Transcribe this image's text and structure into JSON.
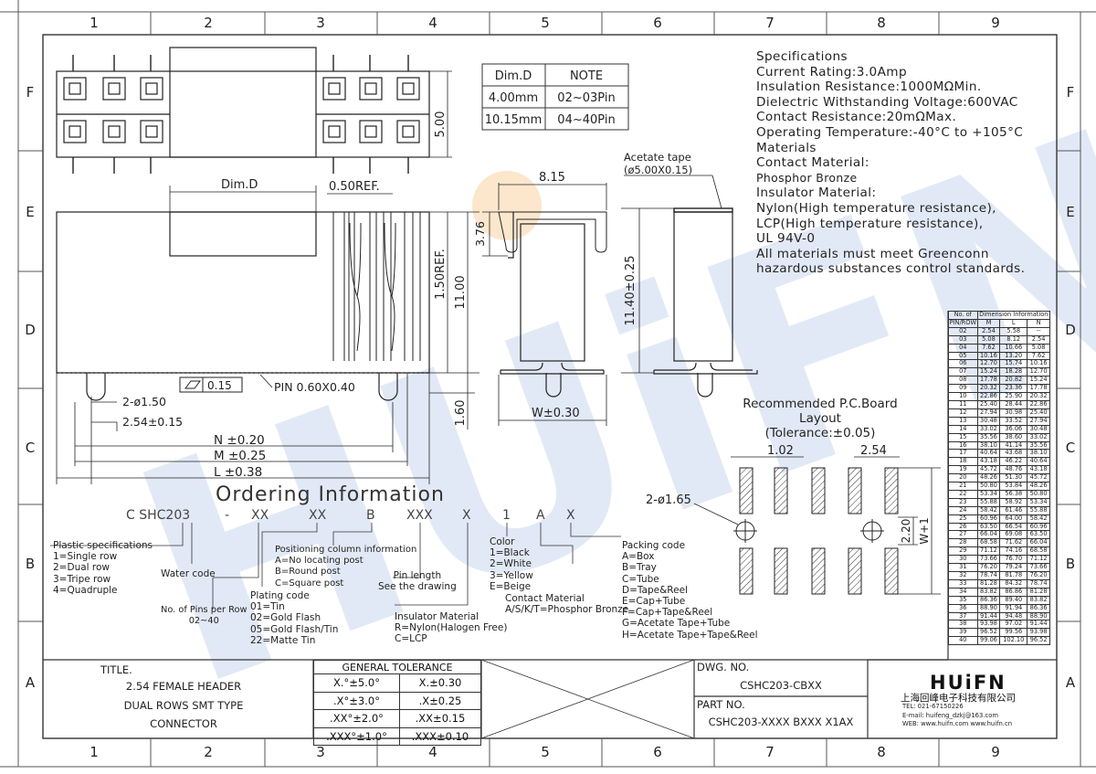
{
  "zones": {
    "columns": [
      "1",
      "2",
      "3",
      "4",
      "5",
      "6",
      "7",
      "8",
      "9"
    ],
    "rows": [
      "F",
      "E",
      "D",
      "C",
      "B",
      "A"
    ]
  },
  "dim_table": {
    "headers": [
      "Dim.D",
      "NOTE"
    ],
    "rows": [
      [
        "4.00mm",
        "02~03Pin"
      ],
      [
        "10.15mm",
        "04~40Pin"
      ]
    ]
  },
  "specifications": {
    "lines": [
      "Specifications",
      "Current Rating:3.0Amp",
      "Insulation Resistance:1000MΩMin.",
      "Dielectric Withstanding Voltage:600VAC",
      "Contact Resistance:20mΩMax.",
      "Operating Temperature:-40°C to +105°C",
      "Materials",
      "Contact Material:",
      "Phosphor Bronze",
      "Insulator Material:",
      "Nylon(High temperature resistance),",
      "LCP(High temperature resistance),",
      "UL 94V-0",
      "All materials must meet Greenconn",
      "hazardous substances control standards."
    ]
  },
  "dimensions": {
    "dim_d": "Dim.D",
    "ref050": "0.50REF.",
    "h500": "5.00",
    "w815": "8.15",
    "h376": "3.76",
    "h150": "1.50REF.",
    "h1100": "11.00",
    "h1140": "11.40±0.25",
    "h160": "1.60",
    "tape1": "Acetate tape",
    "tape2": "(ø5.00X0.15)",
    "flat": "0.15",
    "pin": "PIN 0.60X0.40",
    "hole": "2-ø1.50",
    "pitch": "2.54±0.15",
    "n": "N ±0.20",
    "m": "M ±0.25",
    "l": "L ±0.38",
    "w": "W±0.30",
    "pcb_t1": "Recommended P.C.Board",
    "pcb_t2": "Layout",
    "pcb_t3": "(Tolerance:±0.05)",
    "pcb_102": "1.02",
    "pcb_254": "2.54",
    "pcb_hole": "2-ø1.65",
    "pcb_220": "2.20",
    "pcb_w1": "W+1"
  },
  "ordering": {
    "title": "Ordering Information",
    "code": [
      "C SHC203",
      "-",
      "XX",
      "XX",
      "B",
      "XXX",
      "X",
      "1",
      "A",
      "X"
    ],
    "plastic": [
      "Plastic specifications",
      "1=Single row",
      "2=Dual row",
      "3=Tripe row",
      "4=Quadruple"
    ],
    "water": "Water code",
    "pins": [
      "No. of Pins per Row",
      "02~40"
    ],
    "positioning": [
      "Positioning column information",
      "A=No locating post",
      "B=Round post",
      "C=Square post"
    ],
    "plating": [
      "Plating code",
      "01=Tin",
      "02=Gold Flash",
      "05=Gold Flash/Tin",
      "22=Matte Tin"
    ],
    "pinlength": [
      "Pin length",
      "See the drawing"
    ],
    "insulator": [
      "Insulator Material",
      "R=Nylon(Halogen Free)",
      "C=LCP"
    ],
    "color": [
      "Color",
      "1=Black",
      "2=White",
      "3=Yellow",
      "E=Beige"
    ],
    "contact": [
      "Contact Material",
      "A/S/K/T=Phosphor Bronze"
    ],
    "packing": [
      "Packing code",
      "A=Box",
      "B=Tray",
      "C=Tube",
      "D=Tape&Reel",
      "E=Cap+Tube",
      "F=Cap+Tape&Reel",
      "G=Acetate Tape+Tube",
      "H=Acetate Tape+Tape&Reel"
    ]
  },
  "dim_info": {
    "h1": "No. of",
    "h1b": "PIN/ROW",
    "h2": "Dimension Information",
    "cols": [
      "M",
      "L",
      "N"
    ],
    "rows": [
      [
        "02",
        "2.54",
        "5.58",
        "--"
      ],
      [
        "03",
        "5.08",
        "8.12",
        "2.54"
      ],
      [
        "04",
        "7.62",
        "10.66",
        "5.08"
      ],
      [
        "05",
        "10.16",
        "13.20",
        "7.62"
      ],
      [
        "06",
        "12.70",
        "15.74",
        "10.16"
      ],
      [
        "07",
        "15.24",
        "18.28",
        "12.70"
      ],
      [
        "08",
        "17.78",
        "20.82",
        "15.24"
      ],
      [
        "09",
        "20.32",
        "23.36",
        "17.78"
      ],
      [
        "10",
        "22.86",
        "25.90",
        "20.32"
      ],
      [
        "11",
        "25.40",
        "28.44",
        "22.86"
      ],
      [
        "12",
        "27.94",
        "30.98",
        "25.40"
      ],
      [
        "13",
        "30.48",
        "33.52",
        "27.94"
      ],
      [
        "14",
        "33.02",
        "36.06",
        "30.48"
      ],
      [
        "15",
        "35.56",
        "38.60",
        "33.02"
      ],
      [
        "16",
        "38.10",
        "41.14",
        "35.56"
      ],
      [
        "17",
        "40.64",
        "43.68",
        "38.10"
      ],
      [
        "18",
        "43.18",
        "46.22",
        "40.64"
      ],
      [
        "19",
        "45.72",
        "48.76",
        "43.18"
      ],
      [
        "20",
        "48.26",
        "51.30",
        "45.72"
      ],
      [
        "21",
        "50.80",
        "53.84",
        "48.26"
      ],
      [
        "22",
        "53.34",
        "56.38",
        "50.80"
      ],
      [
        "23",
        "55.88",
        "58.92",
        "53.34"
      ],
      [
        "24",
        "58.42",
        "61.46",
        "55.88"
      ],
      [
        "25",
        "60.96",
        "64.00",
        "58.42"
      ],
      [
        "26",
        "63.50",
        "66.54",
        "60.96"
      ],
      [
        "27",
        "66.04",
        "69.08",
        "63.50"
      ],
      [
        "28",
        "68.58",
        "71.62",
        "66.04"
      ],
      [
        "29",
        "71.12",
        "74.16",
        "68.58"
      ],
      [
        "30",
        "73.66",
        "76.70",
        "71.12"
      ],
      [
        "31",
        "76.20",
        "79.24",
        "73.66"
      ],
      [
        "32",
        "78.74",
        "81.78",
        "76.20"
      ],
      [
        "33",
        "81.28",
        "84.32",
        "78.74"
      ],
      [
        "34",
        "83.82",
        "86.86",
        "81.28"
      ],
      [
        "35",
        "86.36",
        "89.40",
        "83.82"
      ],
      [
        "36",
        "88.90",
        "91.94",
        "86.36"
      ],
      [
        "37",
        "91.44",
        "94.48",
        "88.90"
      ],
      [
        "38",
        "93.98",
        "97.02",
        "91.44"
      ],
      [
        "39",
        "96.52",
        "99.56",
        "93.98"
      ],
      [
        "40",
        "99.06",
        "102.10",
        "96.52"
      ]
    ]
  },
  "title_block": {
    "title_label": "TITLE.",
    "title_lines": [
      "2.54 FEMALE HEADER",
      "DUAL ROWS SMT TYPE",
      "CONNECTOR"
    ],
    "tol_header": "GENERAL TOLERANCE",
    "tol_rows": [
      [
        "X.°±5.0°",
        "X.±0.30"
      ],
      [
        ".X°±3.0°",
        ".X±0.25"
      ],
      [
        ".XX°±2.0°",
        ".XX±0.15"
      ],
      [
        ".XXX°±1.0°",
        ".XXX±0.10"
      ]
    ],
    "dwg_label": "DWG. NO.",
    "dwg_value": "CSHC203-CBXX",
    "part_label": "PART NO.",
    "part_value": "CSHC203-XXXX BXXX X1AX",
    "logo": "HUiFN",
    "company": "上海回峰电子科技有限公司",
    "tel": "TEL: 021-67150226",
    "email": "E-mail: huifeng_dzkj@163.com",
    "web": "WEB: www.huifn.com  www.huifn.cn"
  },
  "watermark": "HUiFN"
}
